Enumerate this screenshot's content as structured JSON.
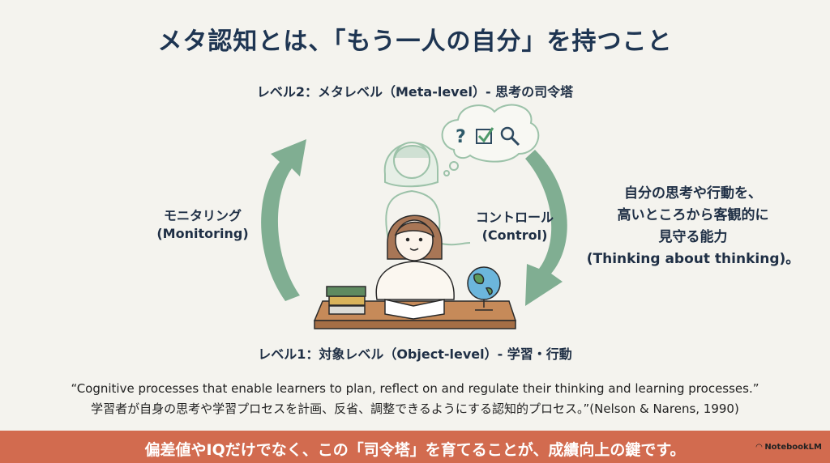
{
  "title": "メタ認知とは、「もう一人の自分」を持つこと",
  "level2": "レベル2：メタレベル（Meta-level）- 思考の司令塔",
  "level1": "レベル1：対象レベル（Object-level）- 学習・行動",
  "monitoring": {
    "ja": "モニタリング",
    "en": "(Monitoring)"
  },
  "control": {
    "ja": "コントロール",
    "en": "(Control)"
  },
  "description": [
    "自分の思考や行動を、",
    "高いところから客観的に",
    "見守る能力",
    "(Thinking about thinking)。"
  ],
  "quote": {
    "en": "“Cognitive processes that enable learners to plan, reflect on and regulate their thinking and learning processes.”",
    "ja": "学習者が自身の思考や学習プロセスを計画、反省、調整できるようにする認知的プロセス。”(Nelson & Narens, 1990)"
  },
  "banner": "偏差値やIQだけでなく、この「司令塔」を育てることが、成績向上の鍵です。",
  "logo": "NotebookLM",
  "colors": {
    "arrow": "#7fae91",
    "banner": "#d26b4f",
    "title": "#1e3552",
    "background": "#f4f3ee"
  }
}
